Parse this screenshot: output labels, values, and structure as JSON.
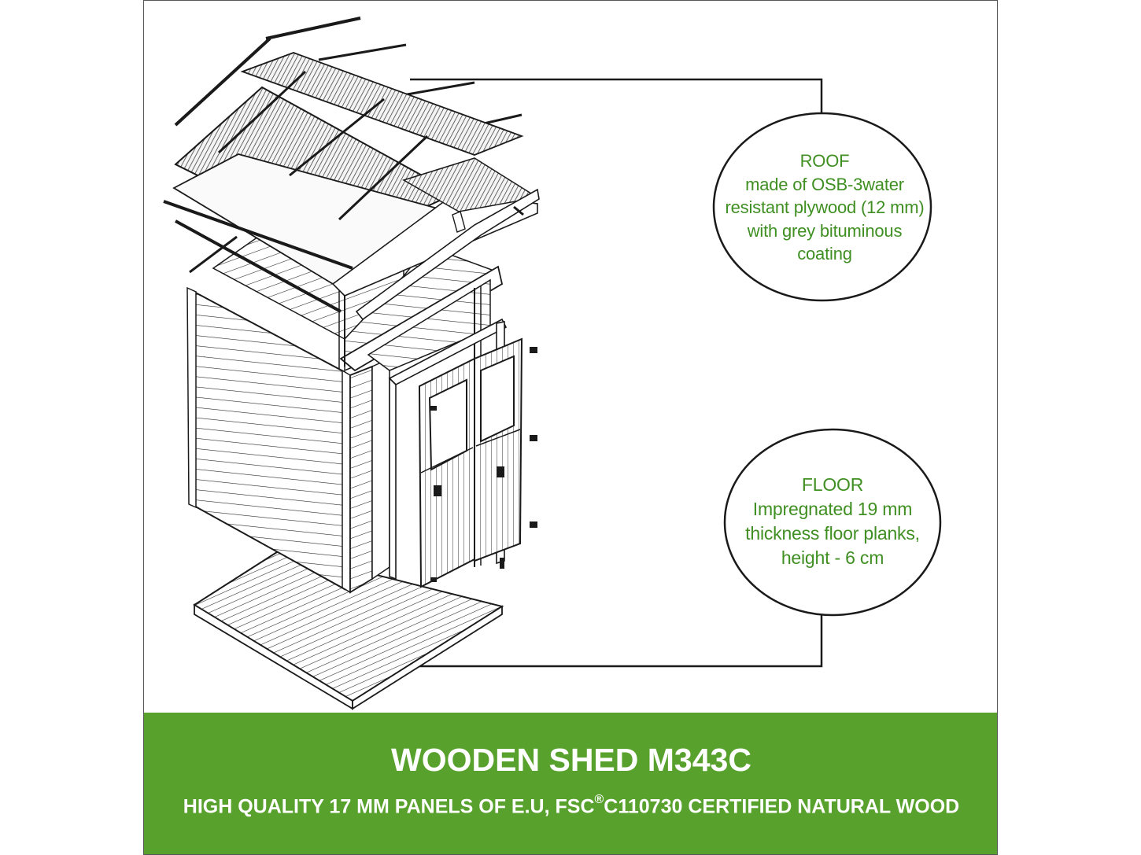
{
  "roof": {
    "lines": [
      "ROOF",
      "made of OSB-3water",
      "resistant plywood (12 mm)",
      "with grey bituminous",
      "coating"
    ]
  },
  "floor": {
    "lines": [
      "FLOOR",
      "Impregnated 19 mm",
      "thickness floor planks,",
      "height - 6 cm"
    ]
  },
  "banner": {
    "title": "WOODEN SHED M343C",
    "subtitle_pre": "HIGH QUALITY 17 MM PANELS OF E.U, FSC",
    "subtitle_mark": "®",
    "subtitle_post": "C110730 CERTIFIED NATURAL WOOD"
  },
  "colors": {
    "accent": "#57a12c",
    "callout_text": "#3f8f22",
    "line": "#1a1a1a"
  }
}
